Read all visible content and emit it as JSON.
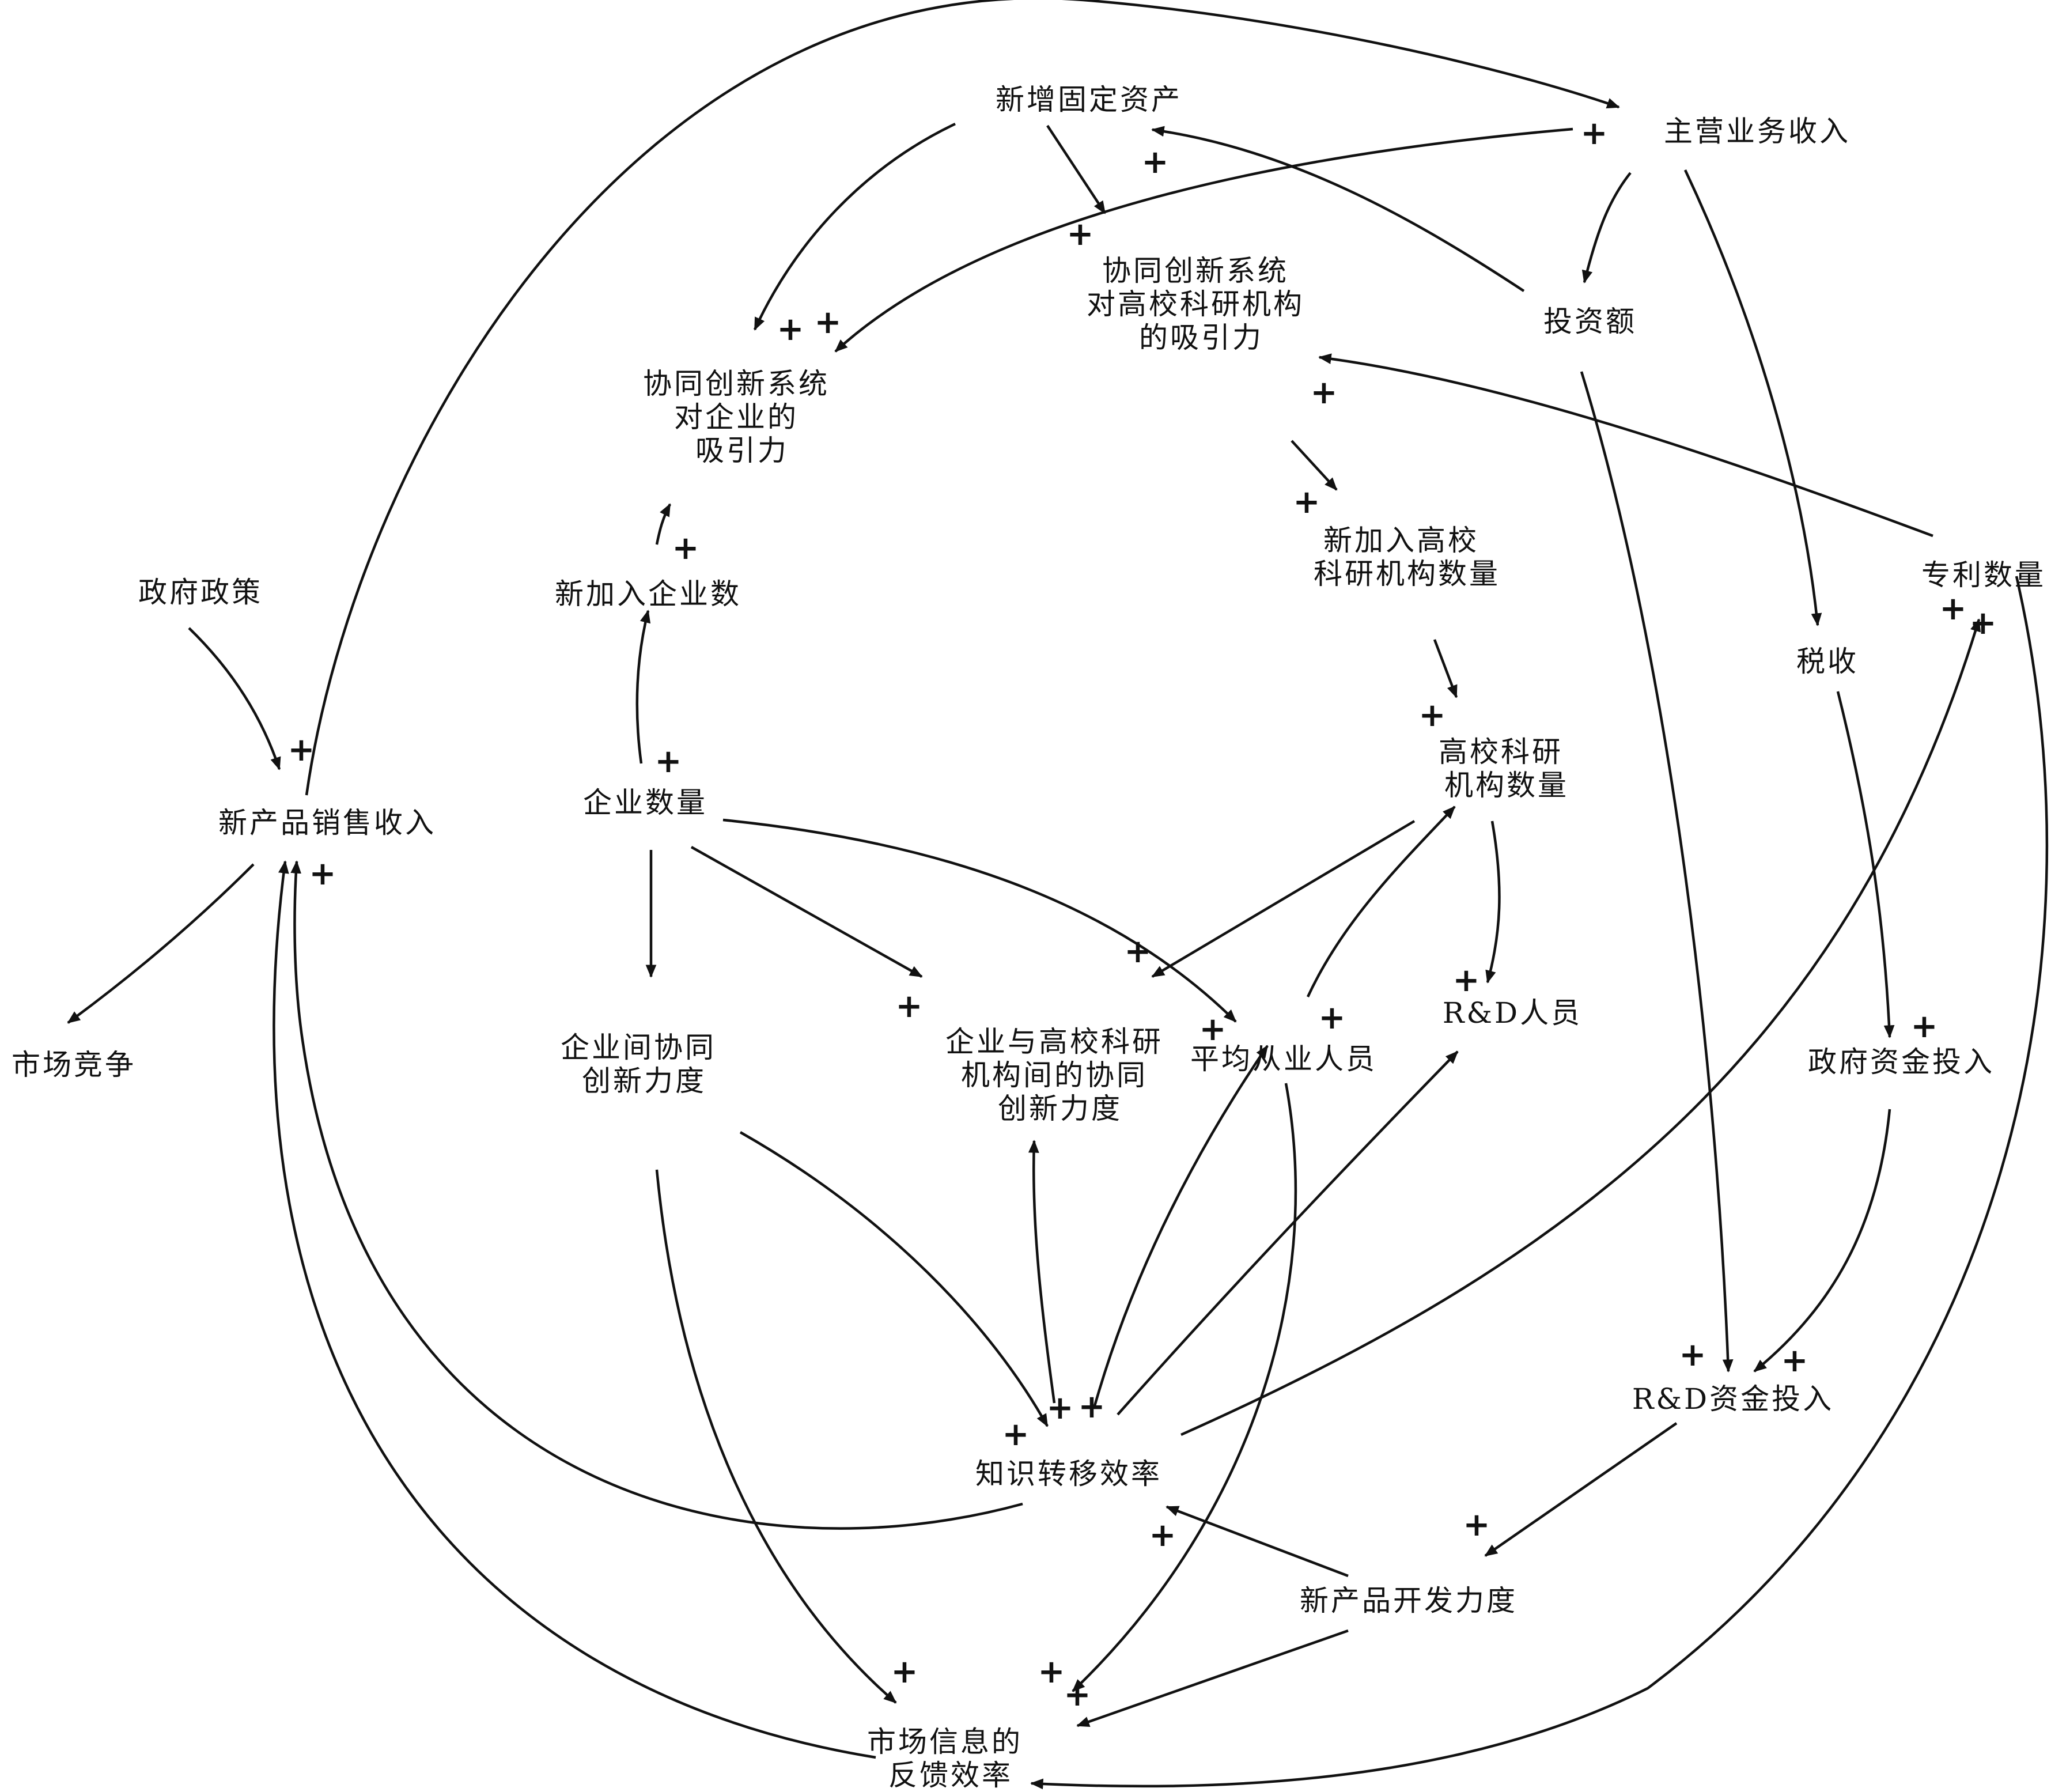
{
  "nodes": {
    "new_fixed_assets": "新增固定资产",
    "main_business_income": "主营业务收入",
    "attract_univ": [
      "协同创新系统",
      "对高校科研机构",
      "的吸引力"
    ],
    "investment": "投资额",
    "attract_enterprise": [
      "协同创新系统",
      "对企业的",
      "吸引力"
    ],
    "gov_policy": "政府政策",
    "new_enterprises": "新加入企业数",
    "new_univ": [
      "新加入高校",
      "科研机构数量"
    ],
    "patents": "专利数量",
    "tax": "税收",
    "new_product_sales": "新产品销售收入",
    "enterprise_count": "企业数量",
    "univ_count": [
      "高校科研",
      "机构数量"
    ],
    "market_competition": "市场竞争",
    "inter_enterprise": [
      "企业间协同",
      "创新力度"
    ],
    "ent_univ": [
      "企业与高校科研",
      "机构间的协同",
      "创新力度"
    ],
    "avg_employees": "平均从业人员",
    "rd_staff": "R&D人员",
    "gov_funding": "政府资金投入",
    "rd_funding": "R&D资金投入",
    "knowledge_transfer": "知识转移效率",
    "new_product_dev": "新产品开发力度",
    "market_feedback": [
      "市场信息的",
      "反馈效率"
    ]
  },
  "polarity_sign": "+"
}
